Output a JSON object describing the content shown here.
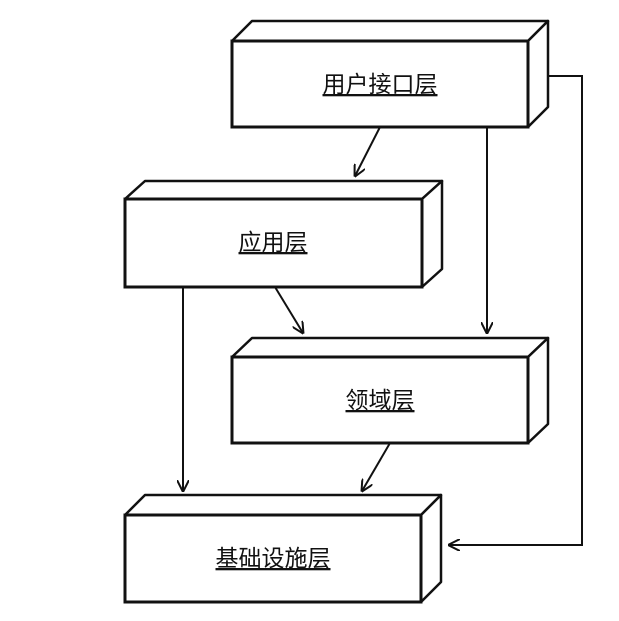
{
  "diagram": {
    "layers": {
      "ui": {
        "label": "用户接口层"
      },
      "app": {
        "label": "应用层"
      },
      "domain": {
        "label": "领域层"
      },
      "infra": {
        "label": "基础设施层"
      }
    },
    "edges": [
      {
        "from": "ui",
        "to": "app"
      },
      {
        "from": "ui",
        "to": "domain"
      },
      {
        "from": "ui",
        "to": "infra"
      },
      {
        "from": "app",
        "to": "domain"
      },
      {
        "from": "app",
        "to": "infra"
      },
      {
        "from": "domain",
        "to": "infra"
      }
    ],
    "colors": {
      "line": "#111111",
      "box_fill": "#ffffff"
    }
  }
}
